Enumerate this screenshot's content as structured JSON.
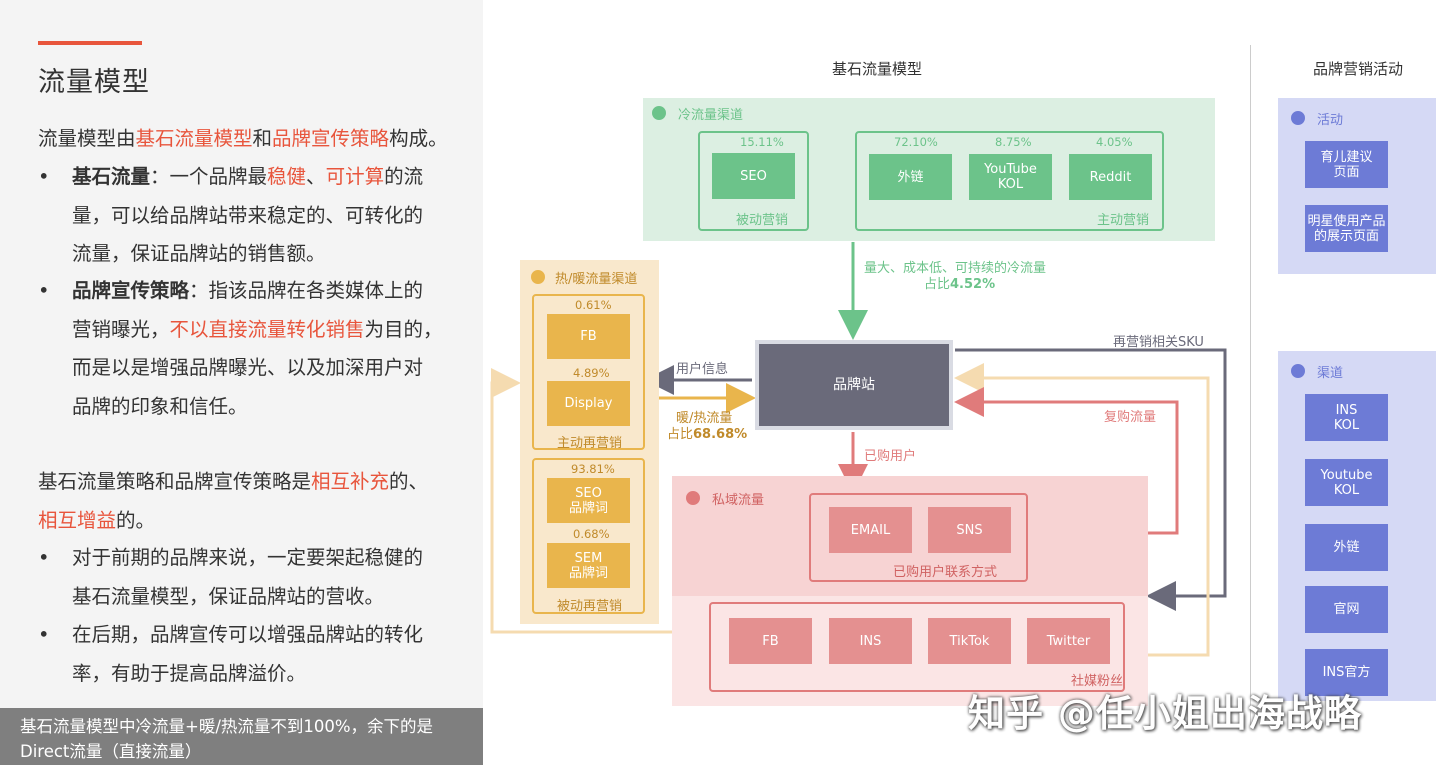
{
  "left": {
    "title": "流量模型",
    "intro": {
      "p1": "流量模型由",
      "h1": "基石流量模型",
      "p2": "和",
      "h2": "品牌宣传策略",
      "p3": "构成。"
    },
    "bullet1": {
      "lead": "基石流量",
      "colon": "：一个品牌最",
      "h1": "稳健",
      "sep": "、",
      "h2": "可计算",
      "rest1": "的流",
      "line2": "量，可以给品牌站带来稳定的、可转化的",
      "line3": "流量，保证品牌站的销售额。"
    },
    "bullet2": {
      "lead": "品牌宣传策略",
      "colon": "：指该品牌在各类媒体上的",
      "line2a": "营销曝光，",
      "h1": "不以直接流量转化销售",
      "line2b": "为目的，",
      "line3": "而是以是增强品牌曝光、以及加深用户对",
      "line4": "品牌的印象和信任。"
    },
    "para2": {
      "p1": "基石流量策略和品牌宣传策略是",
      "h1": "相互补充",
      "p2": "的、",
      "h2": "相互增益",
      "p3": "的。"
    },
    "bullet3": {
      "line1": "对于前期的品牌来说，一定要架起稳健的",
      "line2": "基石流量模型，保证品牌站的营收。"
    },
    "bullet4": {
      "line1": "在后期，品牌宣传可以增强品牌站的转化",
      "line2": "率，有助于提高品牌溢价。"
    },
    "bullet_char": "•",
    "footer": {
      "line1": "基石流量模型中冷流量+暖/热流量不到100%，余下的是",
      "line2": "Direct流量（直接流量）"
    }
  },
  "diagram": {
    "title": "基石流量模型",
    "cold": {
      "title": "冷流量渠道",
      "passive_label": "被动营销",
      "active_label": "主动营销",
      "seo": {
        "pct": "15.11%",
        "name": "SEO"
      },
      "links": {
        "pct": "72.10%",
        "name": "外链"
      },
      "youtube": {
        "pct": "8.75%",
        "name1": "YouTube",
        "name2": "KOL"
      },
      "reddit": {
        "pct": "4.05%",
        "name": "Reddit"
      }
    },
    "cold_flow": {
      "line1": "量大、成本低、可持续的冷流量",
      "line2a": "占比",
      "line2b": "4.52%"
    },
    "warm": {
      "title": "热/暖流量渠道",
      "active_label": "主动再营销",
      "passive_label": "被动再营销",
      "fb": {
        "pct": "0.61%",
        "name": "FB"
      },
      "display": {
        "pct": "4.89%",
        "name": "Display"
      },
      "seo_brand": {
        "pct": "93.81%",
        "name1": "SEO",
        "name2": "品牌词"
      },
      "sem_brand": {
        "pct": "0.68%",
        "name1": "SEM",
        "name2": "品牌词"
      }
    },
    "warm_flow": {
      "line1": "暖/热流量",
      "line2a": "占比",
      "line2b": "68.68%"
    },
    "user_info": "用户信息",
    "site": "品牌站",
    "purchased_users": "已购用户",
    "remarketing_sku": "再营销相关SKU",
    "repurchase": "复购流量",
    "private": {
      "title": "私域流量",
      "email": "EMAIL",
      "sns": "SNS",
      "contact_label": "已购用户联系方式",
      "fans_label": "社媒粉丝",
      "fb": "FB",
      "ins": "INS",
      "tiktok": "TikTok",
      "twitter": "Twitter"
    }
  },
  "brand": {
    "title": "品牌营销活动",
    "activity": {
      "title": "活动",
      "item1a": "育儿建议",
      "item1b": "页面",
      "item2a": "明星使用产品",
      "item2b": "的展示页面"
    },
    "channel": {
      "title": "渠道",
      "ins_kol_a": "INS",
      "ins_kol_b": "KOL",
      "yt_kol_a": "Youtube",
      "yt_kol_b": "KOL",
      "links": "外链",
      "official": "官网",
      "ins_official": "INS官方"
    }
  },
  "watermark": "知乎 @任小姐出海战略",
  "colors": {
    "accent": "#e8553c",
    "cold": "#6cc38a",
    "warm": "#e9b54c",
    "private": "#e07b7b",
    "brand": "#6d7bd6",
    "site": "#6a6a7a"
  }
}
